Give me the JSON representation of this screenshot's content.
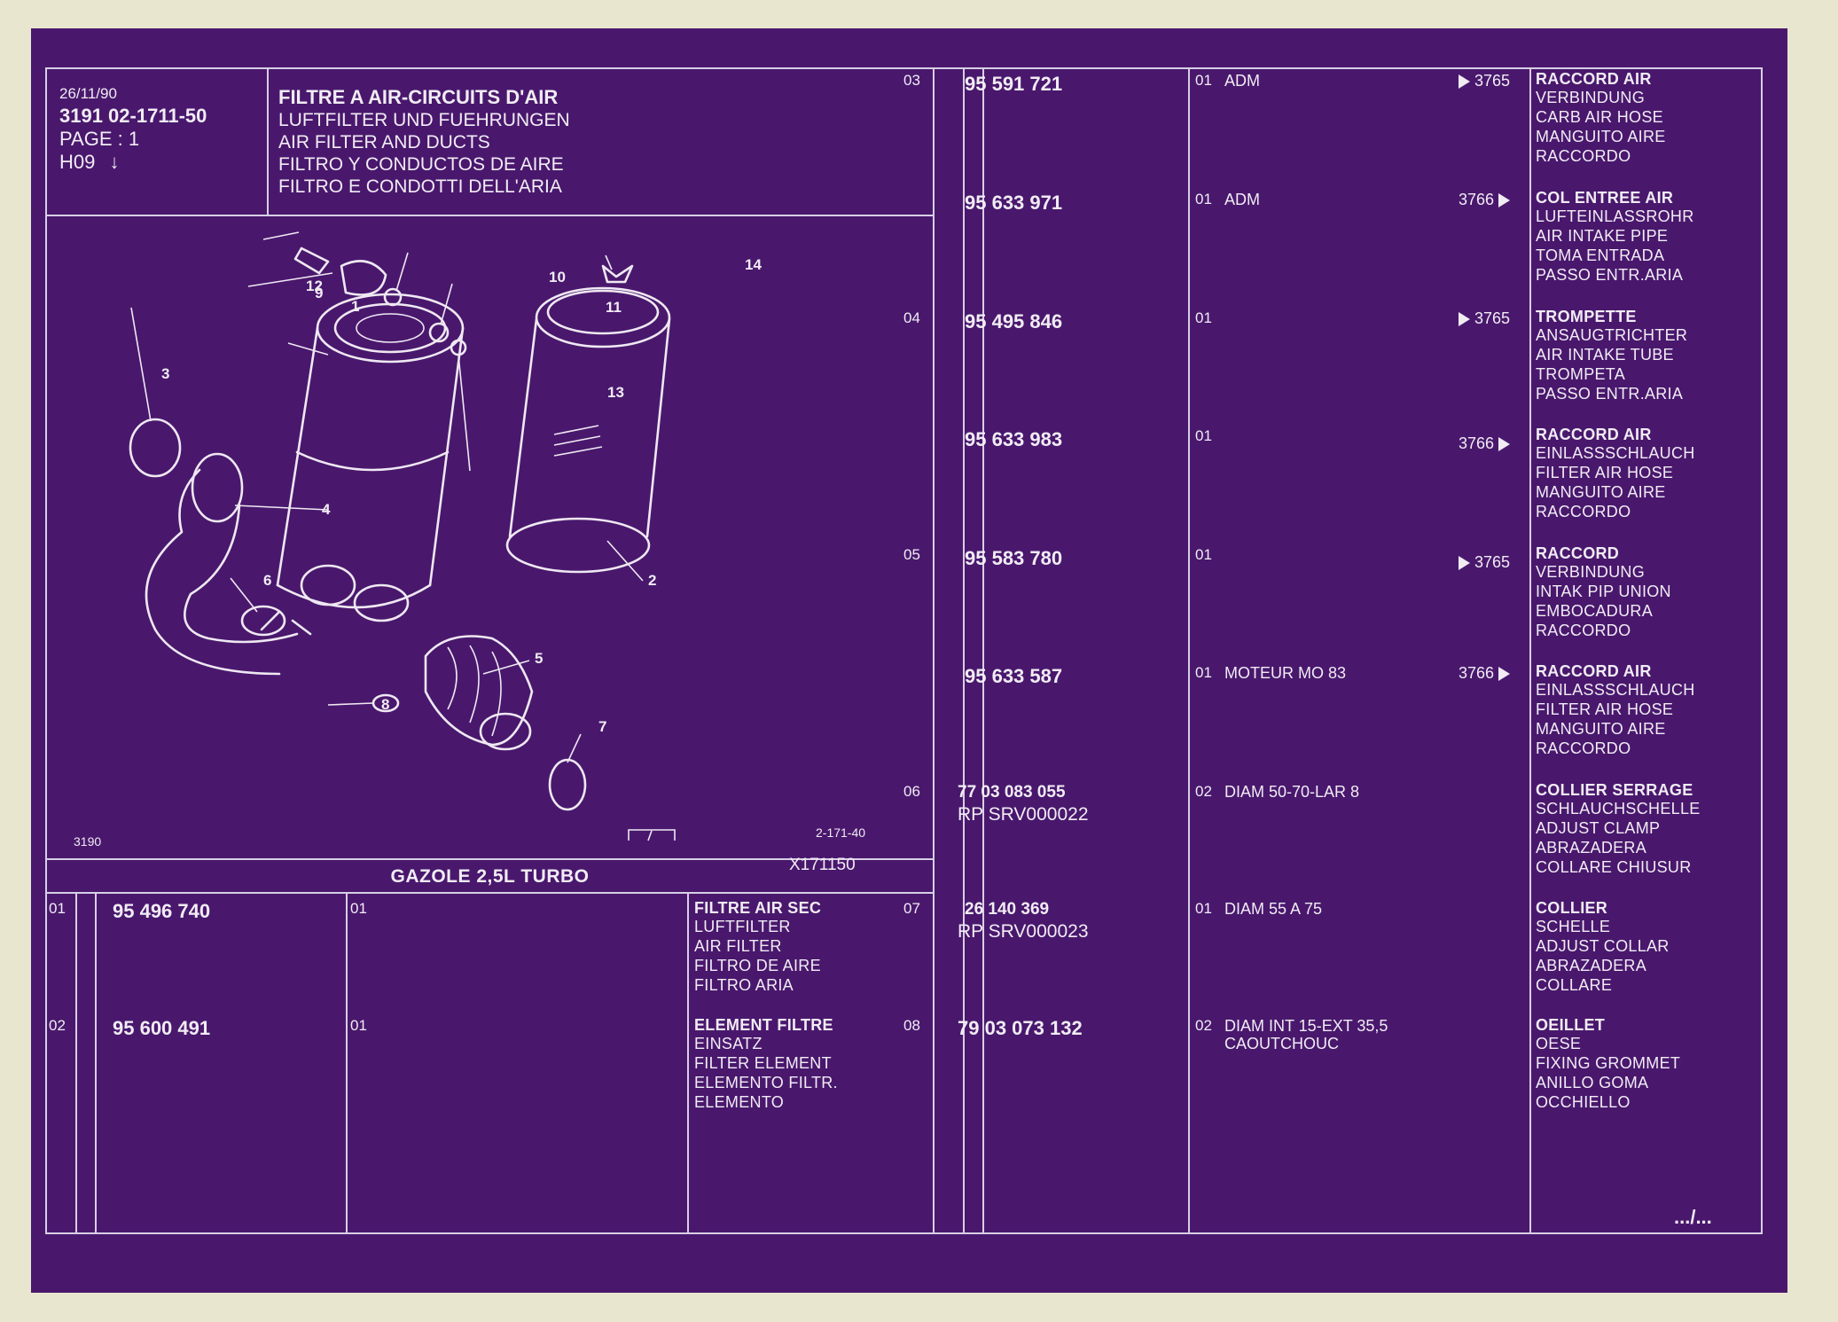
{
  "header": {
    "date": "26/11/90",
    "ref": "3191  02-1711-50",
    "page": "PAGE : 1",
    "section": "H09"
  },
  "title": {
    "main": "FILTRE A AIR-CIRCUITS D'AIR",
    "lines": [
      "LUFTFILTER UND FUEHRUNGEN",
      "AIR FILTER AND DUCTS",
      "FILTRO Y CONDUCTOS DE AIRE",
      "FILTRO E CONDOTTI DELL'ARIA"
    ]
  },
  "figure": {
    "sheet_code": "3190",
    "plate_code": "2-171-40",
    "x_ref": "X171150",
    "callouts": [
      "1",
      "2",
      "3",
      "4",
      "5",
      "6",
      "7",
      "8",
      "9",
      "10",
      "11",
      "12",
      "13",
      "14"
    ]
  },
  "section_label": "GAZOLE 2,5L TURBO",
  "left_rows": [
    {
      "item": "01",
      "part": "95 496 740",
      "qty": "01",
      "desc": [
        "FILTRE AIR SEC",
        "LUFTFILTER",
        "AIR FILTER",
        "FILTRO DE AIRE",
        "FILTRO ARIA"
      ]
    },
    {
      "item": "02",
      "part": "95 600 491",
      "qty": "01",
      "desc": [
        "ELEMENT FILTRE",
        "EINSATZ",
        "FILTER ELEMENT",
        "ELEMENTO FILTR.",
        "ELEMENTO"
      ]
    }
  ],
  "right_rows": [
    {
      "item": "03",
      "part": "95 591 721",
      "qty": "01",
      "variant": "ADM",
      "marker": "3765",
      "marker_side": "before",
      "desc": [
        "RACCORD AIR",
        "VERBINDUNG",
        "CARB AIR HOSE",
        "MANGUITO AIRE",
        "RACCORDO"
      ]
    },
    {
      "item": "",
      "part": "95 633 971",
      "qty": "01",
      "variant": "ADM",
      "marker": "3766",
      "marker_side": "after",
      "desc": [
        "COL ENTREE AIR",
        "LUFTEINLASSROHR",
        "AIR INTAKE PIPE",
        "TOMA ENTRADA",
        "PASSO ENTR.ARIA"
      ]
    },
    {
      "item": "04",
      "part": "95 495 846",
      "qty": "01",
      "variant": "",
      "marker": "3765",
      "marker_side": "before",
      "desc": [
        "TROMPETTE",
        "ANSAUGTRICHTER",
        "AIR INTAKE TUBE",
        "TROMPETA",
        "PASSO ENTR.ARIA"
      ]
    },
    {
      "item": "",
      "part": "95 633 983",
      "qty": "01",
      "variant": "",
      "marker": "3766",
      "marker_side": "after",
      "desc": [
        "RACCORD AIR",
        "EINLASSSCHLAUCH",
        "FILTER AIR HOSE",
        "MANGUITO AIRE",
        "RACCORDO"
      ]
    },
    {
      "item": "05",
      "part": "95 583 780",
      "qty": "01",
      "variant": "",
      "marker": "3765",
      "marker_side": "before",
      "desc": [
        "RACCORD",
        "VERBINDUNG",
        "INTAK PIP UNION",
        "EMBOCADURA",
        "RACCORDO"
      ]
    },
    {
      "item": "",
      "part": "95 633 587",
      "qty": "01",
      "variant": "MOTEUR MO 83",
      "marker": "3766",
      "marker_side": "after",
      "desc": [
        "RACCORD AIR",
        "EINLASSSCHLAUCH",
        "FILTER AIR HOSE",
        "MANGUITO AIRE",
        "RACCORDO"
      ]
    },
    {
      "item": "06",
      "part": "77 03 083 055",
      "rp": "RP  SRV000022",
      "qty": "02",
      "variant": "DIAM 50-70-LAR 8",
      "marker": "",
      "marker_side": "",
      "desc": [
        "COLLIER SERRAGE",
        "SCHLAUCHSCHELLE",
        "ADJUST CLAMP",
        "ABRAZADERA",
        "COLLARE CHIUSUR"
      ]
    },
    {
      "item": "07",
      "part": "26 140 369",
      "rp": "RP  SRV000023",
      "qty": "01",
      "variant": "DIAM 55 A 75",
      "marker": "",
      "marker_side": "",
      "desc": [
        "COLLIER",
        "SCHELLE",
        "ADJUST COLLAR",
        "ABRAZADERA",
        "COLLARE"
      ]
    },
    {
      "item": "08",
      "part": "79 03 073 132",
      "qty": "02",
      "variant": "DIAM INT 15-EXT 35,5",
      "variant2": "CAOUTCHOUC",
      "marker": "",
      "marker_side": "",
      "desc": [
        "OEILLET",
        "OESE",
        "FIXING GROMMET",
        "ANILLO GOMA",
        "OCCHIELLO"
      ]
    }
  ],
  "continuation": ".../..."
}
